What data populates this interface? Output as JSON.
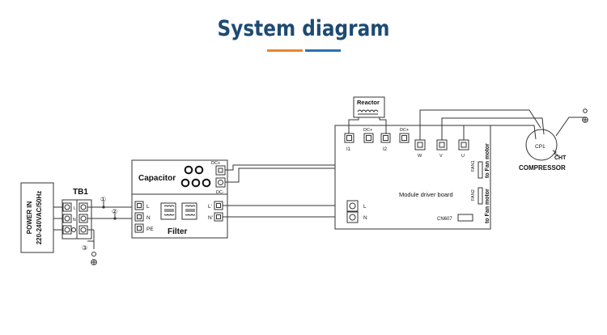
{
  "title": "System diagram",
  "colors": {
    "title": "#1d4a73",
    "accent_orange": "#e8862e",
    "accent_blue": "#2a72b5",
    "line": "#333333"
  },
  "labels": {
    "power_in": "POWER IN",
    "power_spec": "220-240VAC/50Hz",
    "tb1": "TB1",
    "capacitor": "Capacitor",
    "filter": "Filter",
    "filter_l": "L",
    "filter_n": "N",
    "filter_pe": "PE",
    "filter_lp": "L'",
    "filter_np": "N'",
    "dc_plus": "DC+",
    "dc_minus": "DC-",
    "reactor": "Reactor",
    "module": "Module driver board",
    "mod_l": "L",
    "mod_n": "N",
    "i1": "I1",
    "i2": "I2",
    "dcp1": "DC+",
    "dcp2": "DC+",
    "u": "U",
    "v": "V",
    "w": "W",
    "fan1": "FAN1",
    "fan2": "FAN2",
    "to_fan_1": "to Fan motor",
    "to_fan_2": "to Fan motor",
    "cn607": "CN607",
    "cp1": "CP1",
    "cht": "CHT",
    "compressor": "COMPRESSOR",
    "n1": "①",
    "n2": "②",
    "n3": "③"
  }
}
